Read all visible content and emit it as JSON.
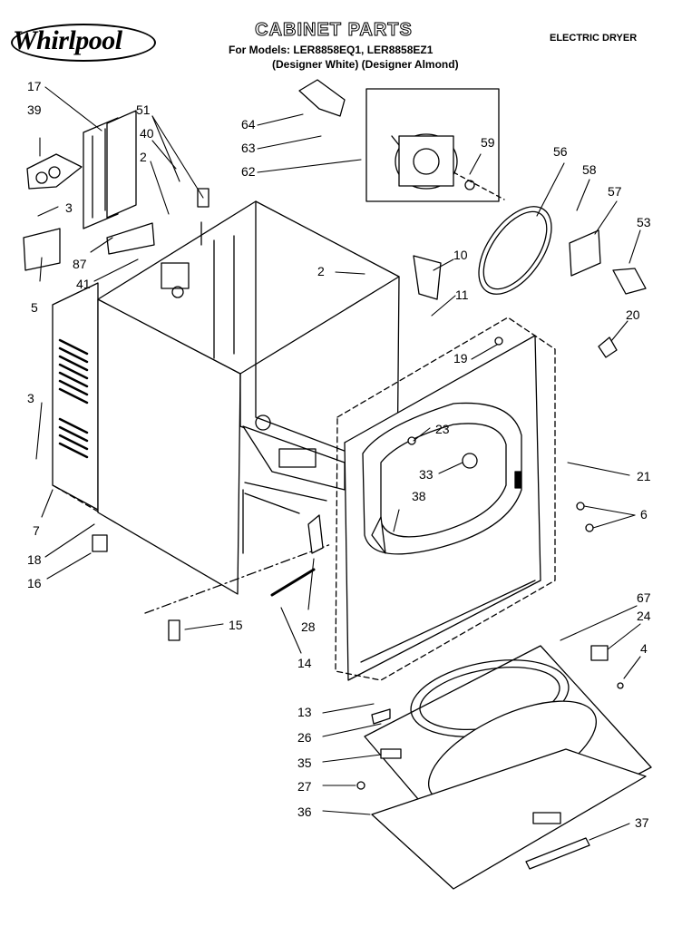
{
  "brand": {
    "logo": "Whirlpool"
  },
  "header": {
    "title": "CABINET PARTS",
    "models": "For Models: LER8858EQ1, LER8858EZ1",
    "variants": "(Designer White) (Designer Almond)",
    "category": "ELECTRIC DRYER"
  },
  "callouts": [
    "17",
    "39",
    "51",
    "40",
    "2",
    "3",
    "5",
    "87",
    "41",
    "64",
    "63",
    "62",
    "59",
    "56",
    "58",
    "57",
    "53",
    "2",
    "10",
    "11",
    "20",
    "19",
    "3",
    "7",
    "18",
    "16",
    "23",
    "33",
    "38",
    "21",
    "6",
    "15",
    "28",
    "14",
    "67",
    "24",
    "4",
    "13",
    "26",
    "35",
    "27",
    "36",
    "37"
  ]
}
